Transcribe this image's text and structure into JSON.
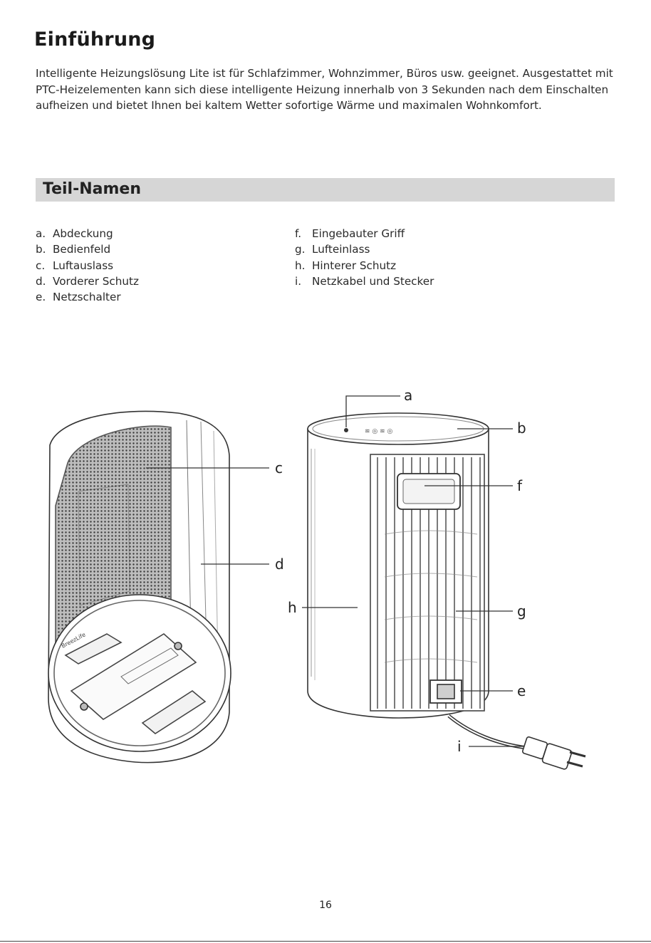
{
  "intro": {
    "heading": "Einführung",
    "paragraph": "Intelligente Heizungslösung Lite ist für Schlafzimmer, Wohnzimmer, Büros usw. geeignet. Ausgestattet mit PTC-Heizelementen kann sich diese intelligente Heizung innerhalb von 3 Sekunden nach dem Einschalten aufheizen und bietet Ihnen bei kaltem Wetter sofortige Wärme und maximalen Wohnkomfort."
  },
  "parts": {
    "heading": "Teil-Namen",
    "left_list": [
      {
        "letter": "a.",
        "name": "Abdeckung"
      },
      {
        "letter": "b.",
        "name": "Bedienfeld"
      },
      {
        "letter": "c.",
        "name": "Luftauslass"
      },
      {
        "letter": "d.",
        "name": "Vorderer Schutz"
      },
      {
        "letter": "e.",
        "name": "Netzschalter"
      }
    ],
    "right_list": [
      {
        "letter": "f.",
        "name": "Eingebauter Griff"
      },
      {
        "letter": "g.",
        "name": "Lufteinlass"
      },
      {
        "letter": "h.",
        "name": "Hinterer Schutz"
      },
      {
        "letter": "i.",
        "name": "Netzkabel und Stecker"
      }
    ]
  },
  "figure": {
    "callouts": {
      "a": "a",
      "b": "b",
      "c": "c",
      "d": "d",
      "e": "e",
      "f": "f",
      "g": "g",
      "h": "h",
      "i": "i"
    },
    "brand_mark": "BreezLife"
  },
  "footer": {
    "page_number": "16"
  }
}
